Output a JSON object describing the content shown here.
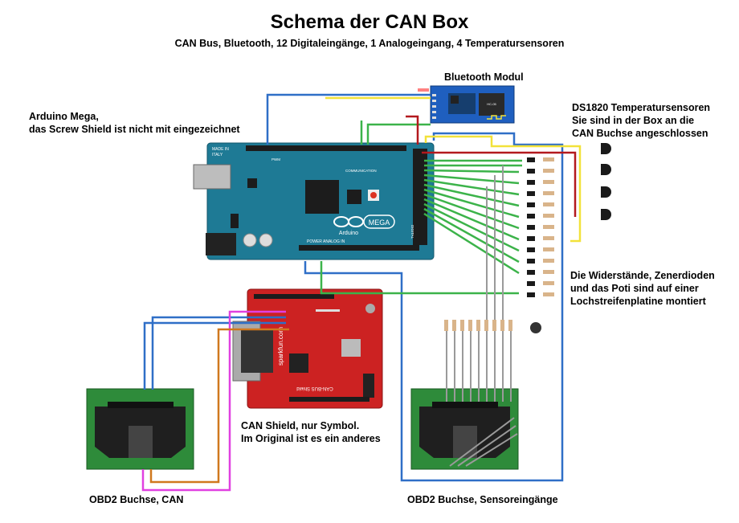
{
  "title": "Schema der CAN Box",
  "subtitle": "CAN Bus, Bluetooth, 12 Digitaleingänge, 1 Analogeingang, 4 Temperatursensoren",
  "labels": {
    "arduino": [
      "Arduino Mega,",
      "das Screw Shield ist nicht mit eingezeichnet"
    ],
    "bluetooth": "Bluetooth Modul",
    "ds1820": [
      "DS1820 Temperatursensoren",
      "Sie sind in der Box an die",
      "CAN Buchse angeschlossen"
    ],
    "resistors": [
      "Die Widerstände, Zenerdioden",
      "und das Poti sind auf einer",
      "Lochstreifenplatine montiert"
    ],
    "can_shield": [
      "CAN Shield, nur Symbol.",
      "Im Original ist es ein anderes"
    ],
    "obd_can": "OBD2 Buchse, CAN",
    "obd_sensor": "OBD2 Buchse, Sensoreingänge"
  },
  "board_text": {
    "arduino_brand": "Arduino",
    "mega_logo": "MEGA",
    "made_in": "MADE IN",
    "italy": "ITALY",
    "power": "POWER",
    "analog_in": "ANALOG IN",
    "communication": "COMMUNICATION",
    "digital": "DIGITAL",
    "pwm": "PWM",
    "sparkfun": "sparkfun.com",
    "can_bus_shield": "CAN-BUS Shield"
  },
  "colors": {
    "arduino_board": "#1e7a95",
    "can_shield": "#cc2222",
    "obd_board": "#2e8b3a",
    "bluetooth_module": "#1f5fbf",
    "wire_blue": "#2f6fc7",
    "wire_green": "#3cb34a",
    "wire_yellow": "#f2e23a",
    "wire_red": "#b3191e",
    "wire_magenta": "#e040e0",
    "wire_orange": "#d0781e",
    "wire_gray": "#9a9a9a"
  }
}
